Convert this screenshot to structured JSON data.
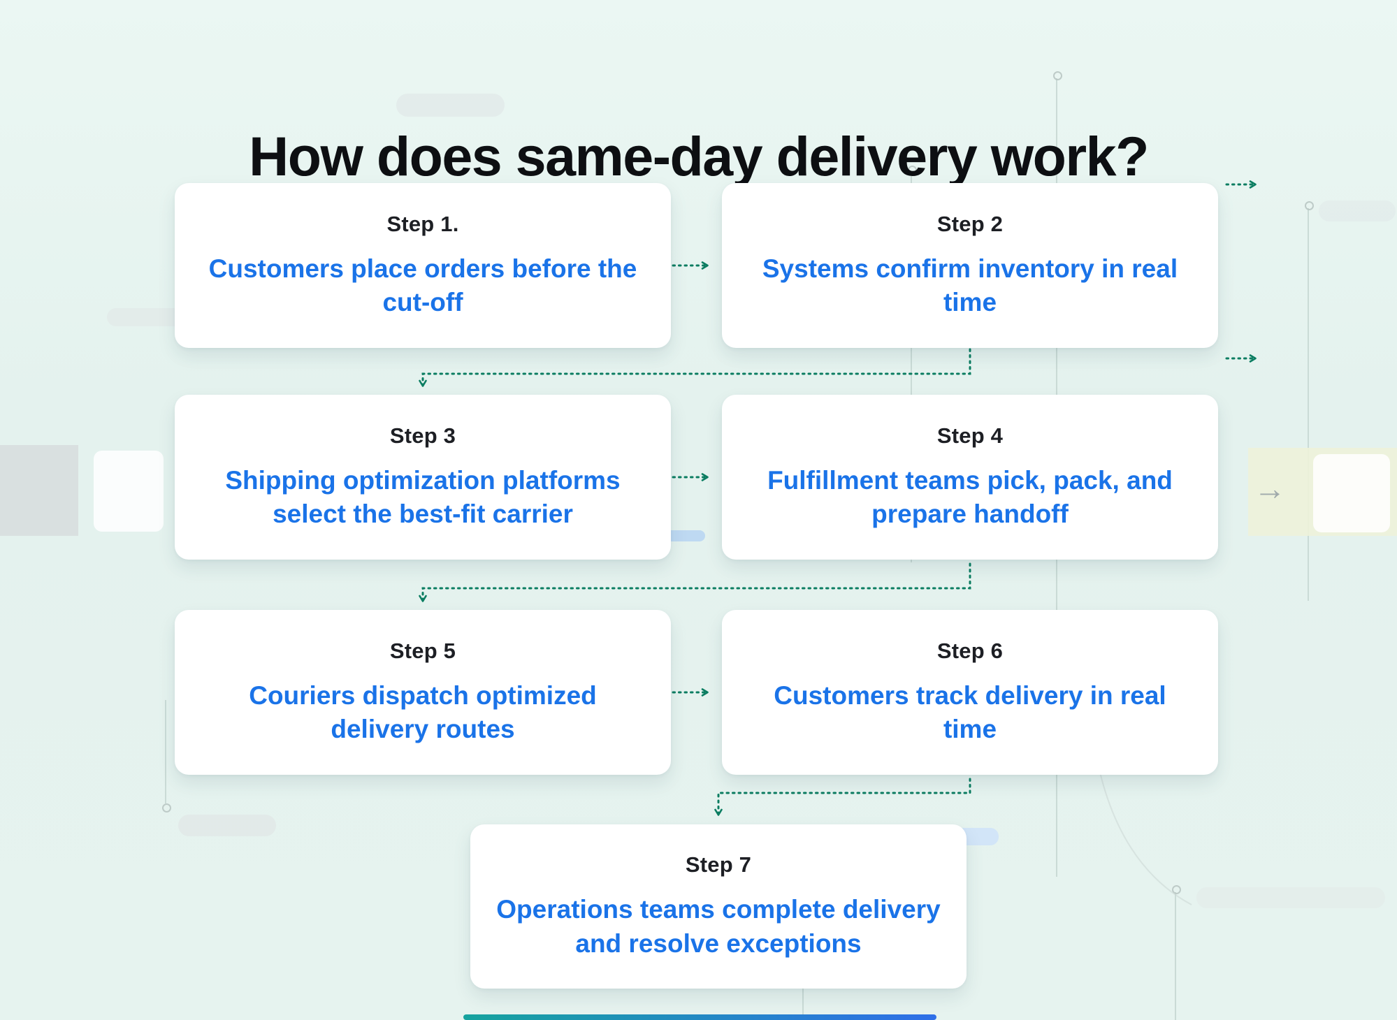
{
  "page": {
    "title": "How does same-day delivery work?"
  },
  "steps": [
    {
      "label": "Step 1.",
      "text": "Customers place orders before the cut-off"
    },
    {
      "label": "Step 2",
      "text": "Systems confirm inventory in real time"
    },
    {
      "label": "Step 3",
      "text": "Shipping optimization platforms select the best-fit carrier"
    },
    {
      "label": "Step 4",
      "text": "Fulfillment teams pick, pack, and prepare handoff"
    },
    {
      "label": "Step 5",
      "text": "Couriers dispatch optimized delivery routes"
    },
    {
      "label": "Step 6",
      "text": "Customers track delivery in real time"
    },
    {
      "label": "Step 7",
      "text": "Operations teams complete delivery and resolve exceptions"
    }
  ],
  "decor": {
    "background_arrow_glyph": "→"
  },
  "colors": {
    "background": "#e6f3ef",
    "card": "#ffffff",
    "step_label": "#1d1f24",
    "step_text": "#1a73e8",
    "connector": "#0b7d61",
    "accent_bar_start": "#16a39e",
    "accent_bar_end": "#2f6fe8"
  }
}
